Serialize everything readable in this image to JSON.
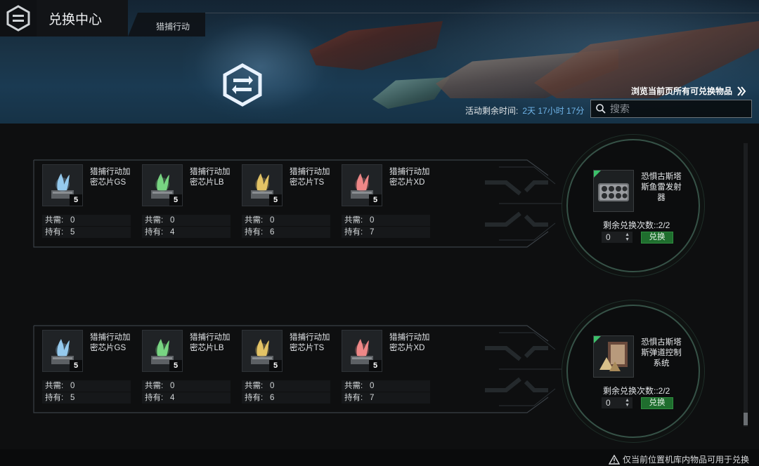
{
  "header": {
    "title": "兑换中心",
    "subtab": "猎捕行动",
    "browse_all": "浏览当前页所有可兑换物品",
    "timer_label": "活动剩余时间:",
    "timer_value": "2天 17小时 17分",
    "search_placeholder": "搜索"
  },
  "offers": [
    {
      "materials": [
        {
          "name": "猎捕行动加密芯片GS",
          "color": "#9fd8ff",
          "qty": "5",
          "need_label": "共需:",
          "need": "0",
          "have_label": "持有:",
          "have": "5"
        },
        {
          "name": "猎捕行动加密芯片LB",
          "color": "#7fe38a",
          "qty": "5",
          "need_label": "共需:",
          "need": "0",
          "have_label": "持有:",
          "have": "4"
        },
        {
          "name": "猎捕行动加密芯片TS",
          "color": "#f3d06a",
          "qty": "5",
          "need_label": "共需:",
          "need": "0",
          "have_label": "持有:",
          "have": "6"
        },
        {
          "name": "猎捕行动加密芯片XD",
          "color": "#ff8f8f",
          "qty": "5",
          "need_label": "共需:",
          "need": "0",
          "have_label": "持有:",
          "have": "7"
        }
      ],
      "reward": {
        "name": "恐惧古斯塔斯鱼雷发射器",
        "icon": "torpedo-launcher-icon",
        "remain_label": "剩余兑换次数:",
        "remain": ":2/2",
        "quantity": "0",
        "button": "兑换"
      }
    },
    {
      "materials": [
        {
          "name": "猎捕行动加密芯片GS",
          "color": "#9fd8ff",
          "qty": "5",
          "need_label": "共需:",
          "need": "0",
          "have_label": "持有:",
          "have": "5"
        },
        {
          "name": "猎捕行动加密芯片LB",
          "color": "#7fe38a",
          "qty": "5",
          "need_label": "共需:",
          "need": "0",
          "have_label": "持有:",
          "have": "4"
        },
        {
          "name": "猎捕行动加密芯片TS",
          "color": "#f3d06a",
          "qty": "5",
          "need_label": "共需:",
          "need": "0",
          "have_label": "持有:",
          "have": "6"
        },
        {
          "name": "猎捕行动加密芯片XD",
          "color": "#ff8f8f",
          "qty": "5",
          "need_label": "共需:",
          "need": "0",
          "have_label": "持有:",
          "have": "7"
        }
      ],
      "reward": {
        "name": "恐惧古斯塔斯弹道控制系统",
        "icon": "ballistic-control-icon",
        "remain_label": "剩余兑换次数:",
        "remain": ":2/2",
        "quantity": "0",
        "button": "兑换"
      }
    }
  ],
  "footer": {
    "note": "仅当前位置机库内物品可用于兑换"
  },
  "colors": {
    "accent_blue": "#6fb4e8",
    "exchange_green": "#1f6e2e",
    "frame_line": "#3a4046"
  }
}
